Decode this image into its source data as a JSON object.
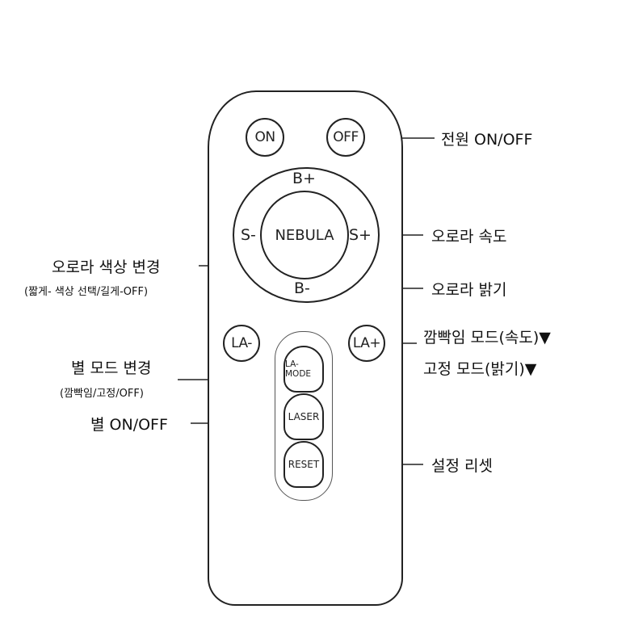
{
  "remote": {
    "on_button": "ON",
    "off_button": "OFF",
    "brightness_up": "B+",
    "brightness_down": "B-",
    "speed_down": "S-",
    "speed_up": "S+",
    "nebula_button": "NEBULA",
    "la_minus_button": "LA-",
    "la_plus_button": "LA+",
    "la_mode_button": "LA-MODE",
    "laser_button": "LASER",
    "reset_button": "RESET"
  },
  "callouts": {
    "power": "전원 ON/OFF",
    "aurora_speed": "오로라 속도",
    "aurora_color_change": "오로라 색상 변경",
    "aurora_color_note": "(짧게- 색상 선택/길게-OFF)",
    "aurora_brightness": "오로라 밝기",
    "blink_mode": "깜빡임 모드(속도)▼",
    "fixed_mode": "고정 모드(밝기)▼",
    "star_mode_change": "별 모드 변경",
    "star_mode_note": "(깜빡임/고정/OFF)",
    "star_onoff": "별 ON/OFF",
    "settings_reset": "설정 리셋"
  },
  "colors": {
    "line": "#222222",
    "background": "#ffffff"
  }
}
